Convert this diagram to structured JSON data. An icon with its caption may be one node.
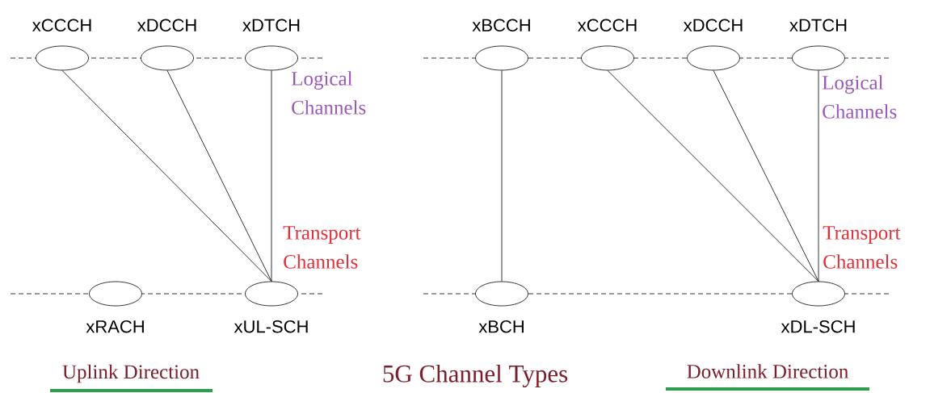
{
  "diagram": {
    "caption": "5G Channel Types",
    "nodes": [
      {
        "text": [
          "xCCCH"
        ]
      },
      {
        "text": [
          "xDCCH"
        ]
      },
      {
        "text": [
          "xDTCH"
        ]
      },
      {
        "text": [
          "xBCCH"
        ]
      },
      {
        "text": [
          "xCCCH"
        ]
      },
      {
        "text": [
          "xDCCH"
        ]
      },
      {
        "text": [
          "xDTCH"
        ]
      },
      {
        "text": [
          "xRACH"
        ]
      },
      {
        "text": [
          "xUL-SCH"
        ]
      },
      {
        "text": [
          "xBCH"
        ]
      },
      {
        "text": [
          "xDL-SCH"
        ]
      }
    ],
    "edges": [
      {
        "from": 0,
        "to": 8,
        "arrow": "none"
      },
      {
        "from": 1,
        "to": 8,
        "arrow": "none"
      },
      {
        "from": 2,
        "to": 8,
        "arrow": "none"
      },
      {
        "from": 3,
        "to": 9,
        "arrow": "none"
      },
      {
        "from": 4,
        "to": 10,
        "arrow": "none"
      },
      {
        "from": 5,
        "to": 10,
        "arrow": "none"
      },
      {
        "from": 6,
        "to": 10,
        "arrow": "none"
      }
    ],
    "labels": [
      "Logical Channels",
      "Transport Channels",
      "Logical Channels",
      "Transport Channels",
      "Uplink Direction",
      "Downlink Direction"
    ]
  }
}
